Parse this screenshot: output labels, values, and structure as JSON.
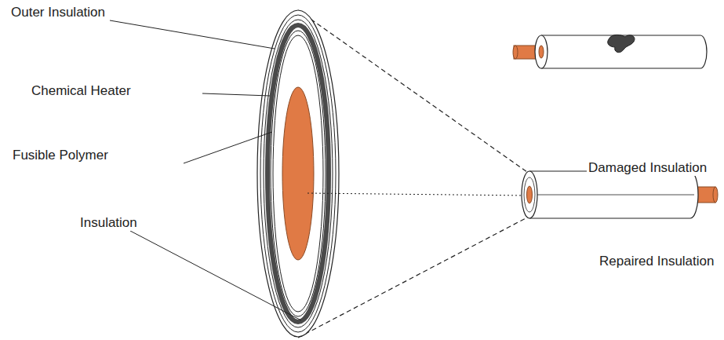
{
  "diagram": {
    "labels": [
      "Outer Insulation",
      "Chemical Heater",
      "Fusible Polymer",
      "Insulation",
      "Damaged Insulation",
      "Repaired Insulation"
    ]
  }
}
